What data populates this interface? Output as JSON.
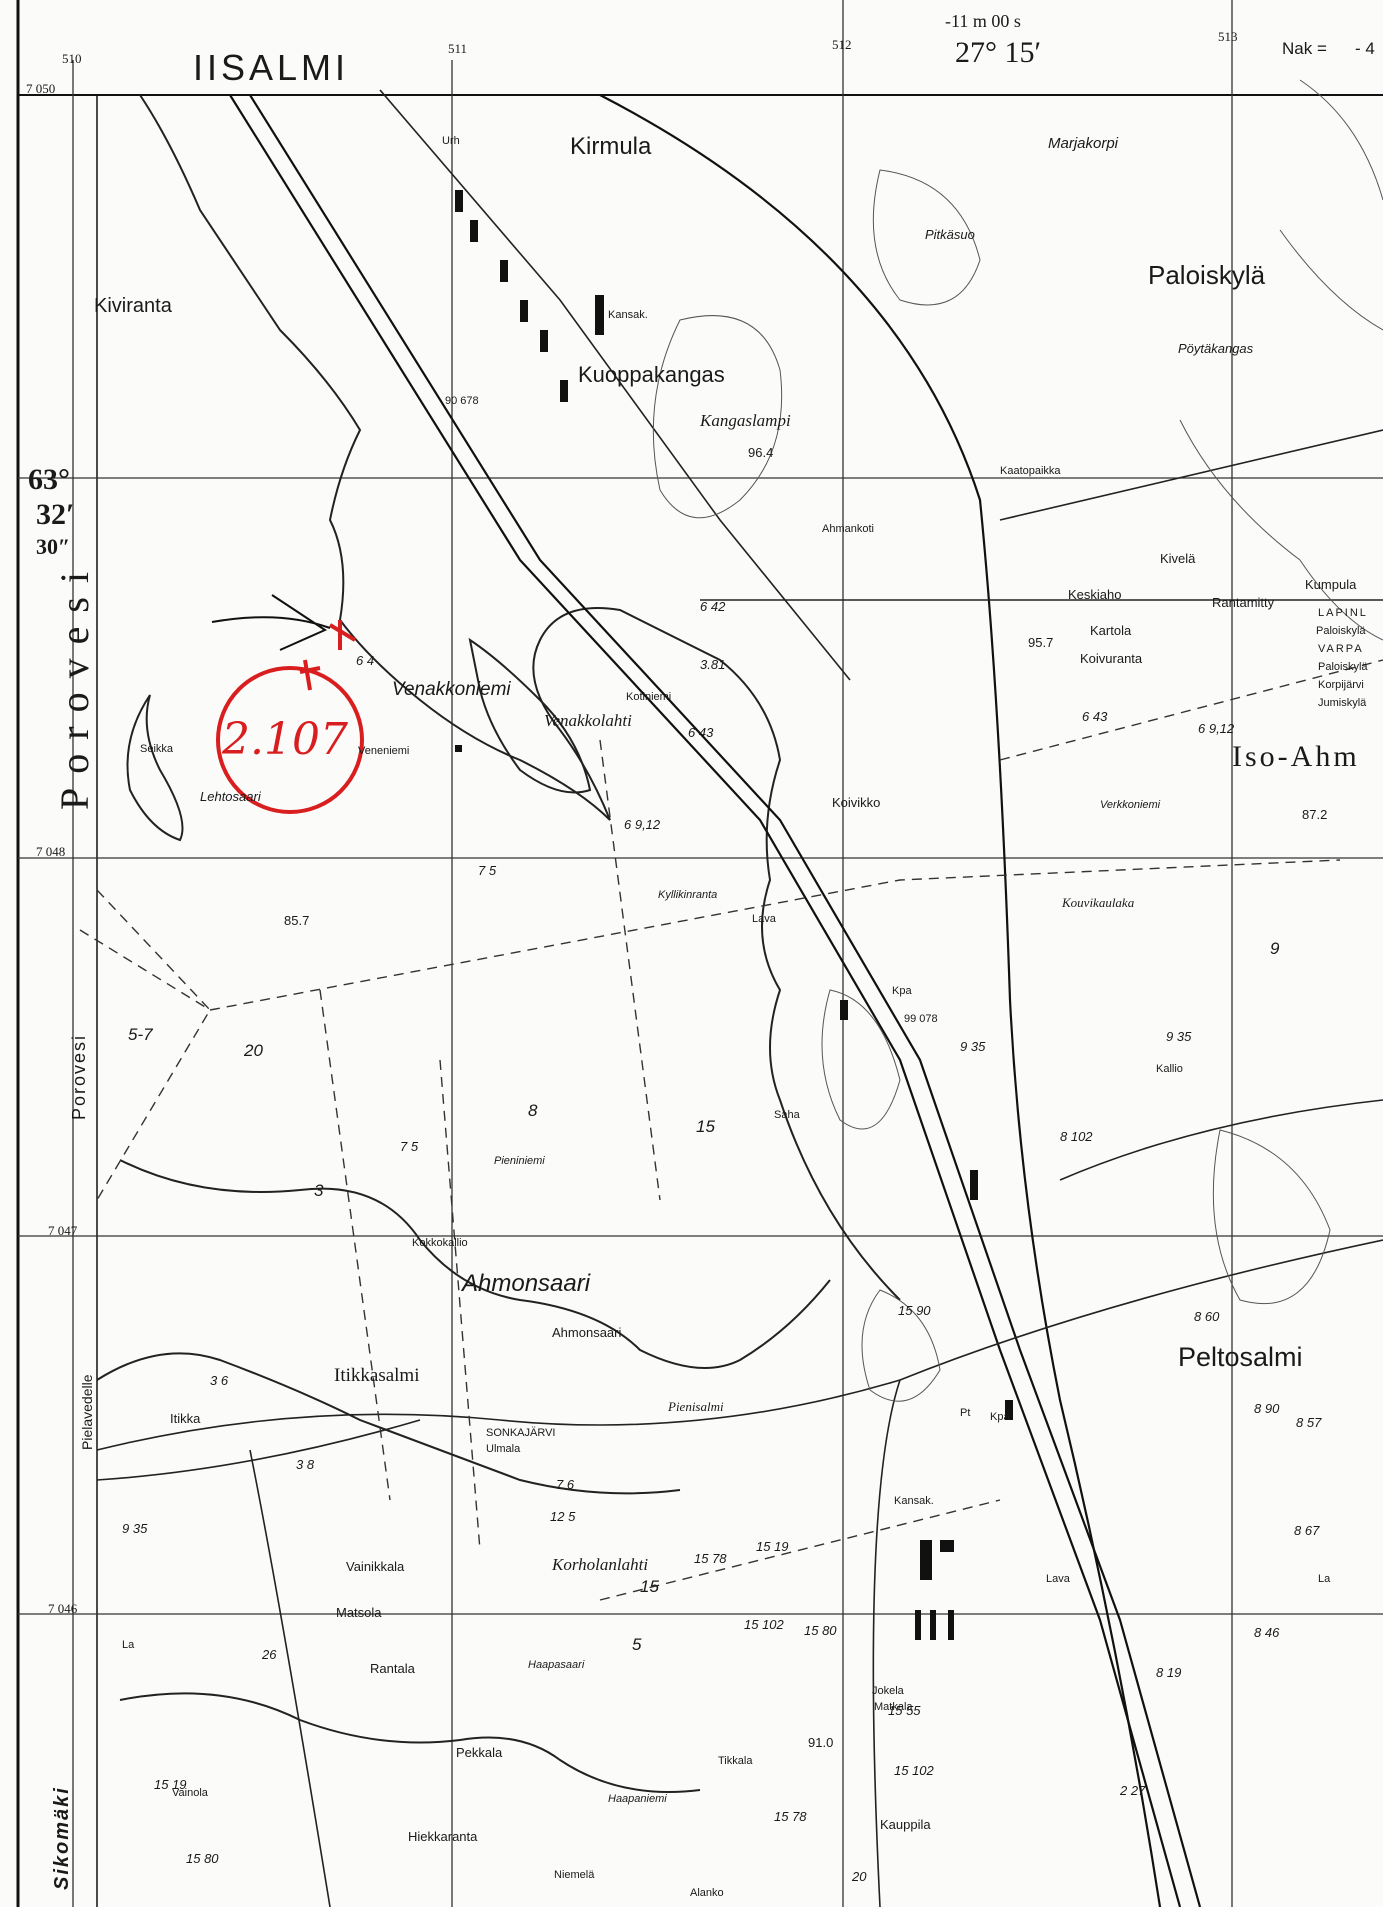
{
  "header": {
    "title": "IISALMI",
    "time_line1": "-11 m 00 s",
    "longitude": "27° 15′",
    "nak_label": "Nak =",
    "nak_value": "- 4"
  },
  "grid": {
    "eastings": [
      "510",
      "511",
      "512",
      "513"
    ],
    "northings": [
      "7 050",
      "7 048",
      "7 047",
      "7 046"
    ]
  },
  "latitude": {
    "deg": "63°",
    "min": "32′",
    "sec": "30″"
  },
  "side_labels": {
    "porovesi_large": "Porovesi",
    "porovesi_small": "Porovesi",
    "pielavedelle": "Pielavedelle",
    "sikomaki": "Sikomäki"
  },
  "places": {
    "kiviranta": "Kiviranta",
    "kirmula": "Kirmula",
    "urh": "Urh",
    "kansak_top": "Kansak.",
    "kuoppakangas": "Kuoppakangas",
    "kangaslampi": "Kangaslampi",
    "marjakorpi": "Marjakorpi",
    "pitkasuo": "Pitkäsuo",
    "paloiskyla": "Paloiskylä",
    "poytakangas": "Pöytäkangas",
    "kaatopaikka": "Kaatopaikka",
    "ahmankoti": "Ahmankoti",
    "kivela": "Kivelä",
    "keskiaho": "Keskiaho",
    "rantamitty": "Rantamitty",
    "kartola": "Kartola",
    "koivuranta": "Koivuranta",
    "kumpula": "Kumpula",
    "lapinlahti": "LAPINL",
    "paloiskyla_small": "Paloiskylä",
    "varpa": "VARPA",
    "paloiskyla_small2": "Paloiskylä",
    "korpijarvi": "Korpijärvi",
    "jumiskyla": "Jumiskylä",
    "iso_ahmo": "Iso-Ahm",
    "venakkoniemi": "Venakkoniemi",
    "venakkolahti": "Venakkolahti",
    "kotiniemi": "Kotiniemi",
    "veneniemi": "Veneniemi",
    "seikka": "Seikka",
    "lehtosaari": "Lehtosaari",
    "koivikko": "Koivikko",
    "verkkoniemi": "Verkkoniemi",
    "kyllikinranta": "Kyllikinranta",
    "lava": "Lava",
    "kpa": "Kpa",
    "kouvikaulaka": "Kouvikaulaka",
    "kallio": "Kallio",
    "saha": "Saha",
    "pieniniemi": "Pieniniemi",
    "kokkokallio": "Kokkokallio",
    "ahmonsaari_big": "Ahmonsaari",
    "ahmonsaari": "Ahmonsaari",
    "pienisalmi": "Pienisalmi",
    "itikkasalmi": "Itikkasalmi",
    "itikka": "Itikka",
    "sonkajarvi": "SONKAJÄRVI",
    "ulmala": "Ulmala",
    "vainikkala": "Vainikkala",
    "matsola": "Matsola",
    "rantala": "Rantala",
    "pekkala": "Pekkala",
    "vainola": "Vainola",
    "hiekkaranta": "Hiekkaranta",
    "niemela": "Niemelä",
    "alanko": "Alanko",
    "korholanlahti": "Korholanlahti",
    "haapasaari": "Haapasaari",
    "haapaniemi": "Haapaniemi",
    "tikkala": "Tikkala",
    "jokela": "Jokela",
    "matkala": "Matkala",
    "kauppila": "Kauppila",
    "kansak_bottom": "Kansak.",
    "lava_bottom": "Lava",
    "pt": "Pt",
    "kpa_bottom": "Kpa",
    "peltosalmi": "Peltosalmi",
    "la_right": "La",
    "la_left": "La"
  },
  "numbers": {
    "n1": "90 678",
    "n2": "96.4",
    "n3": "6 42",
    "n4": "3.81",
    "n5": "6 43",
    "n6": "6 43",
    "n7": "95.7",
    "n8": "6 9,12",
    "n9": "87.2",
    "n10": "6 9,12",
    "n11": "7 5",
    "n12": "85.7",
    "n13": "5-7",
    "n14": "20",
    "n15": "8",
    "n16": "7 5",
    "n17": "15",
    "n18": "3",
    "n19": "9",
    "n20": "99 078",
    "n21": "9 35",
    "n22": "9 35",
    "n23": "8 102",
    "n24": "3 6",
    "n25": "3 8",
    "n26": "7 6",
    "n27": "12 5",
    "n28": "15 78",
    "n29": "15 19",
    "n30": "15",
    "n31": "5",
    "n32": "15 102",
    "n33": "15 80",
    "n34": "91.0",
    "n35": "15 55",
    "n36": "15 102",
    "n37": "15 78",
    "n38": "8 60",
    "n39": "8 90",
    "n40": "8 57",
    "n41": "8 67",
    "n42": "8 19",
    "n43": "8 46",
    "n44": "2 27",
    "n45": "15 90",
    "n46": "26",
    "n47": "9 35",
    "n48": "15 19",
    "n49": "15 80",
    "n50": "20",
    "n51": "6 4"
  },
  "annotation": {
    "label": "2.107",
    "color": "#d81e1e"
  },
  "colors": {
    "ink": "#1a1a1a",
    "paper": "#ffffff",
    "annotation": "#d81e1e"
  }
}
